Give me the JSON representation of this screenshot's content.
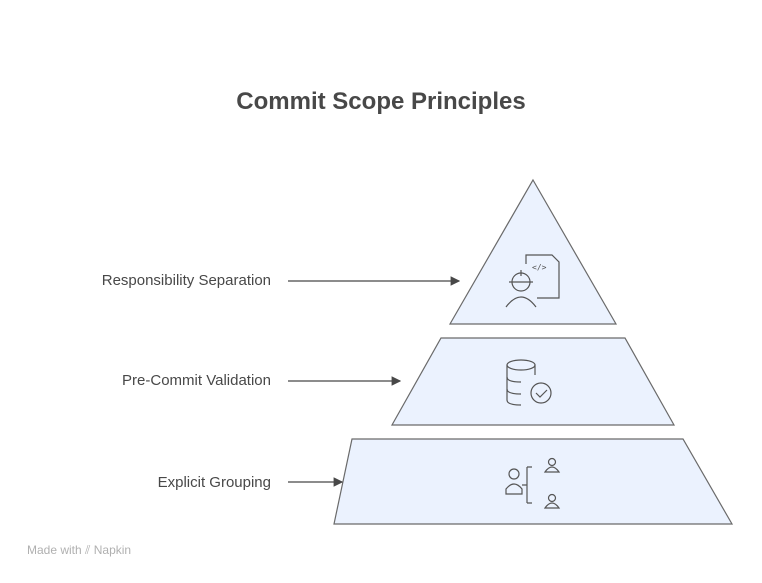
{
  "title": "Commit Scope Principles",
  "levels": [
    {
      "label": "Responsibility Separation",
      "icon": "developer-code-icon"
    },
    {
      "label": "Pre-Commit Validation",
      "icon": "database-check-icon"
    },
    {
      "label": "Explicit Grouping",
      "icon": "user-group-icon"
    }
  ],
  "footer": {
    "prefix": "Made with",
    "brand": "Napkin"
  },
  "colors": {
    "fill": "#ebf2fe",
    "stroke": "#5a5a5a",
    "text": "#484848"
  }
}
